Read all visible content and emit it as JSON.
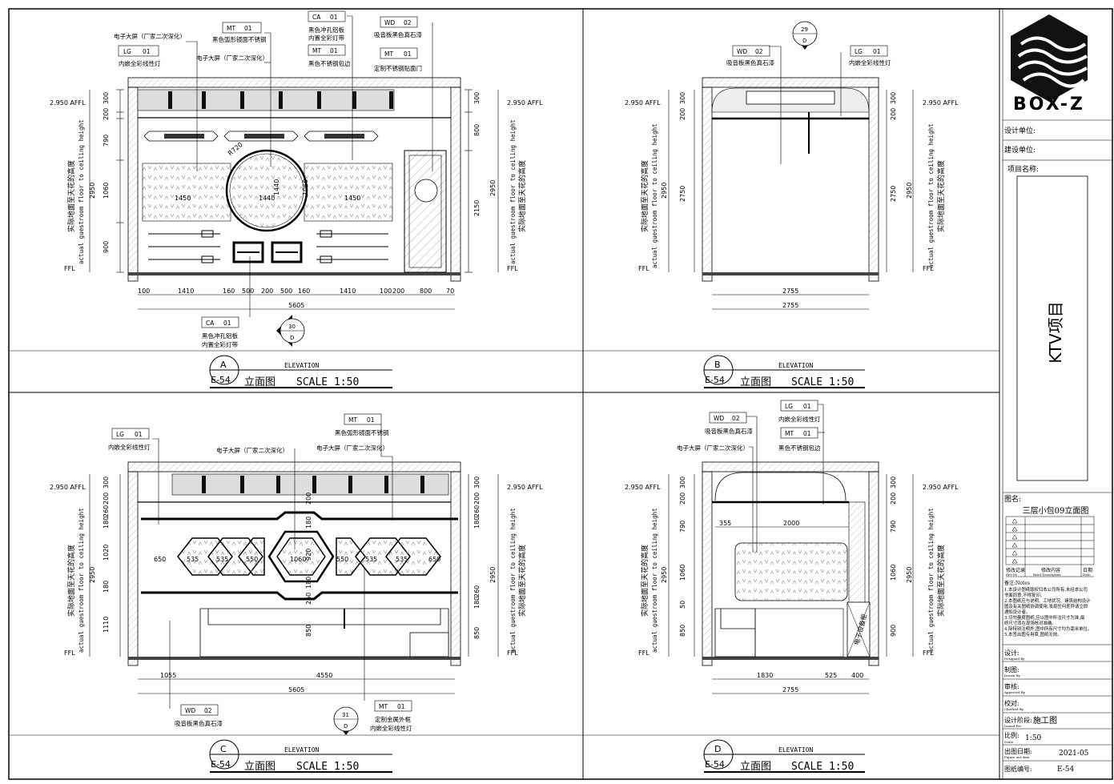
{
  "logo": {
    "name": "BOX-Z"
  },
  "title_block": {
    "design_unit_label": "设计单位:",
    "client_label": "建设单位:",
    "project_label": "项目名称:",
    "project_name": "KTV项目",
    "drawing_name_label": "图名:",
    "drawing_name": "三层小包09立面图",
    "revision_label": "修改记录",
    "revision_sub": "Rev.No",
    "revision_desc_label": "修改内容",
    "revision_desc_sub": "Brief Description",
    "revision_date_label": "日期",
    "revision_date_sub": "Date",
    "notes_label": "备注:Notes",
    "notes": [
      "1.本设计图纸版权归本公司所有,未经本公司",
      "书面同意,不得复印。",
      "2.本图纸应与说明、工地状况、建筑结构设计",
      "图及有关图纸协调使用,发现任何差异请立即",
      "通知设计者。",
      "3.切勿量度图纸,应以图中所注尺寸为准,最",
      "终尺寸须在现场核对准确。",
      "4.除特别注明外,图中所有尺寸均为毫米单位。",
      "5.本签出图专用章,图纸无效。"
    ],
    "design_label": "设计:",
    "design_sub": "Designed By",
    "drawn_label": "制图:",
    "drawn_sub": "Drawn By",
    "approved_label": "审核:",
    "approved_sub": "Approved By",
    "checked_label": "校对:",
    "checked_sub": "Checked By",
    "stage_label": "设计阶段:",
    "stage_sub": "Issued For",
    "stage_value": "施工图",
    "scale_label": "比例:",
    "scale_sub": "Scale",
    "scale_value": "1:50",
    "date_label": "出图日期:",
    "date_sub": "Figure out date",
    "date_value": "2021-05",
    "number_label": "图纸编号:",
    "number_value": "E-54"
  },
  "panels": {
    "A": {
      "letter": "A",
      "sheet": "E-54",
      "elevation": "ELEVATION",
      "title": "立面图",
      "scale": "SCALE 1:50",
      "top_dims": [
        "300",
        "200",
        "790",
        "1060",
        "900",
        "2950"
      ],
      "right_dims": [
        "300",
        "800",
        "2950",
        "2150"
      ],
      "bottom_dims": [
        "100",
        "1410",
        "160",
        "500",
        "200",
        "500",
        "160",
        "1410",
        "100",
        "200",
        "800",
        "70"
      ],
      "total": "5605",
      "inner_dims": [
        "1450",
        "1440",
        "1440",
        "1060",
        "1450"
      ],
      "radius": "R720",
      "callout_bottom": {
        "code": "CA",
        "num": "01",
        "text1": "黑色冲孔铝板",
        "text2": "内置全彩灯带"
      },
      "section": {
        "num": "30",
        "letter": "D"
      },
      "notes": {
        "screen1": "电子大屏（厂家二次深化）",
        "screen2": "电子大屏（厂家二次深化）",
        "lg_text": "内嵌全彩线性灯",
        "mt_text": "黑色弧形镜面不锈钢",
        "ca_text1": "黑色冲孔铝板",
        "ca_text2": "内置全彩灯带",
        "mt2_text": "黑色不锈钢包边",
        "wd_text": "吸音板黑色真石漆",
        "mt3_text": "定制不锈钢贴面门"
      }
    },
    "B": {
      "letter": "B",
      "sheet": "E-54",
      "elevation": "ELEVATION",
      "title": "立面图",
      "scale": "SCALE 1:50",
      "dims": [
        "300",
        "200",
        "2750",
        "2950"
      ],
      "bottom_dims": [
        "2755",
        "2755"
      ],
      "section": {
        "num": "29",
        "letter": "D"
      },
      "wd_text": "吸音板黑色真石漆",
      "lg_text": "内嵌全彩线性灯"
    },
    "C": {
      "letter": "C",
      "sheet": "E-54",
      "elevation": "ELEVATION",
      "title": "立面图",
      "scale": "SCALE 1:50",
      "left_dims": [
        "300",
        "200",
        "260",
        "180",
        "1020",
        "180",
        "1110",
        "2950"
      ],
      "right_dims": [
        "300",
        "200",
        "260",
        "180",
        "2950",
        "260",
        "180",
        "850"
      ],
      "inner_dims": [
        "650",
        "535",
        "535",
        "550",
        "1060",
        "550",
        "535",
        "535",
        "650"
      ],
      "mid_dims": [
        "200",
        "180",
        "920",
        "180",
        "260",
        "850"
      ],
      "bottom_dims": [
        "1055",
        "4550",
        "5605"
      ],
      "section": {
        "num": "31",
        "letter": "D"
      },
      "notes": {
        "lg_text": "内嵌全彩线性灯",
        "mt_text": "黑色弧形镜面不锈钢",
        "screen1": "电子大屏（厂家二次深化）",
        "screen2": "电子大屏（厂家二次深化）",
        "wd_text": "吸音板黑色真石漆",
        "mt2_text1": "定制金属外框",
        "mt2_text2": "内嵌全彩线性灯"
      }
    },
    "D": {
      "letter": "D",
      "sheet": "E-54",
      "elevation": "ELEVATION",
      "title": "立面图",
      "scale": "SCALE 1:50",
      "left_dims": [
        "300",
        "200",
        "790",
        "1060",
        "50",
        "850",
        "2950"
      ],
      "right_dims": [
        "300",
        "200",
        "790",
        "1060",
        "900",
        "2950"
      ],
      "inner_dims": [
        "355",
        "2000"
      ],
      "bottom_dims": [
        "1830",
        "525",
        "400",
        "2755"
      ],
      "box_text": "电子设备柜",
      "notes": {
        "wd_text": "吸音板黑色真石漆",
        "lg_text": "内嵌全彩线性灯",
        "mt_text": "黑色不锈钢包边",
        "screen": "电子大屏（厂家二次深化）"
      }
    }
  },
  "tags": {
    "mt": "MT",
    "lg": "LG",
    "ca": "CA",
    "wd": "WD",
    "n01": "01",
    "n02": "02"
  },
  "levels": {
    "ceil": "2.950 AFFL",
    "floor": "FFL",
    "v_cn": "实际地面至天花的高度",
    "v_en": "actual guestroom floor to ceiling height"
  }
}
